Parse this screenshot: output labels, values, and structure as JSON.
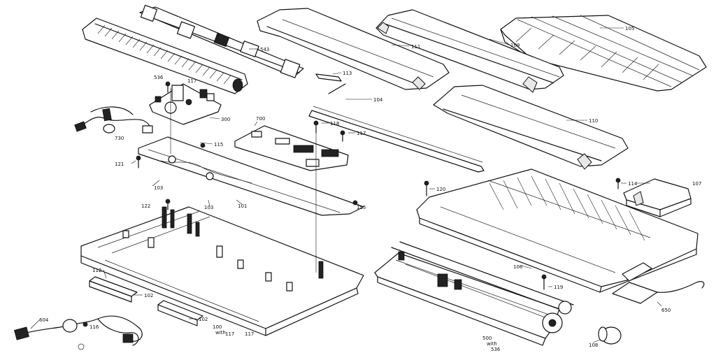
{
  "labels": {
    "l105": "105",
    "l109": "109",
    "l111": "111",
    "l110": "110",
    "l113": "113",
    "l104": "104",
    "l543": "543",
    "l536": "536",
    "l117a": "117",
    "l117b": "117",
    "l117c": "117",
    "l300": "300",
    "l700": "700",
    "l118": "118",
    "l115a": "115",
    "l115b": "115",
    "l730": "730",
    "l121": "121",
    "l103a": "103",
    "l103b": "103",
    "l101": "101",
    "l122": "122",
    "l120": "120",
    "l114": "114",
    "l107": "107",
    "l106": "106",
    "l119": "119",
    "l650": "650",
    "l112": "112",
    "l102a": "102",
    "l102b": "102",
    "l100": "100",
    "l100w": "with",
    "l100s": "117",
    "l604": "604",
    "l116": "116",
    "l500": "500",
    "l500w": "with",
    "l500s": "536",
    "l108": "108"
  }
}
